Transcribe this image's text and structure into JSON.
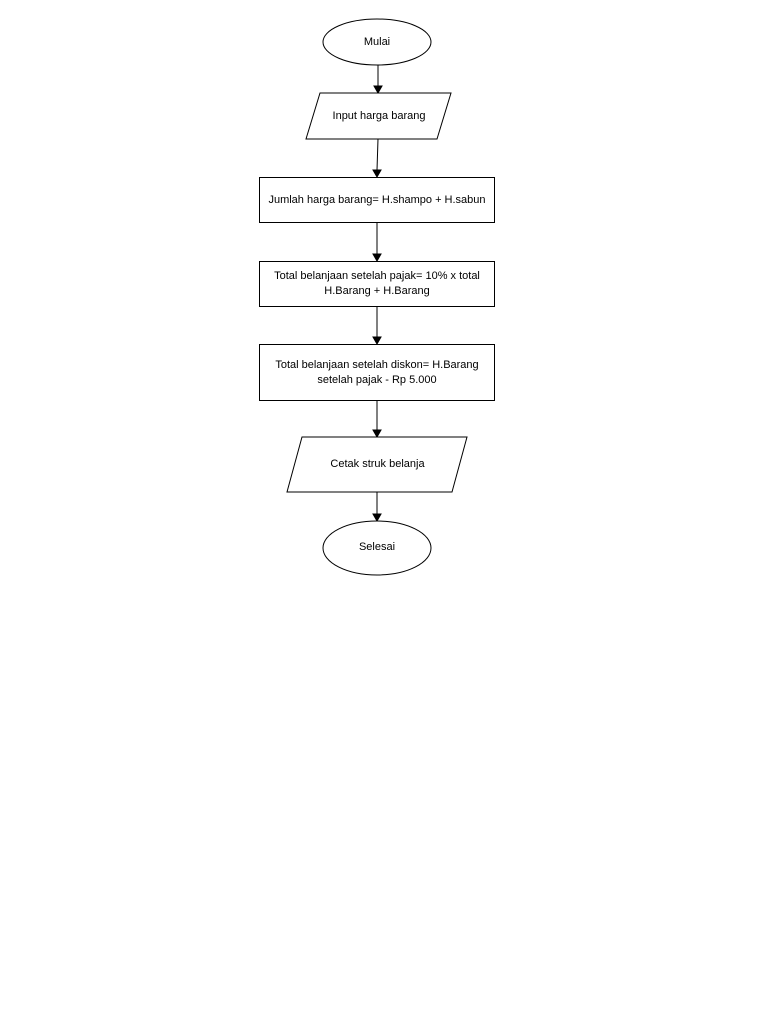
{
  "flowchart": {
    "start": {
      "label": "Mulai"
    },
    "input": {
      "label": "Input harga barang"
    },
    "process_sum": {
      "label": "Jumlah harga barang= H.shampo + H.sabun"
    },
    "process_tax": {
      "label": "Total belanjaan setelah pajak= 10% x total\nH.Barang + H.Barang"
    },
    "process_discount": {
      "label": "Total belanjaan setelah diskon= H.Barang\nsetelah pajak - Rp 5.000"
    },
    "output": {
      "label": "Cetak struk belanja"
    },
    "end": {
      "label": "Selesai"
    }
  },
  "colors": {
    "stroke": "#000000",
    "fill": "#ffffff",
    "background": "#ffffff"
  }
}
